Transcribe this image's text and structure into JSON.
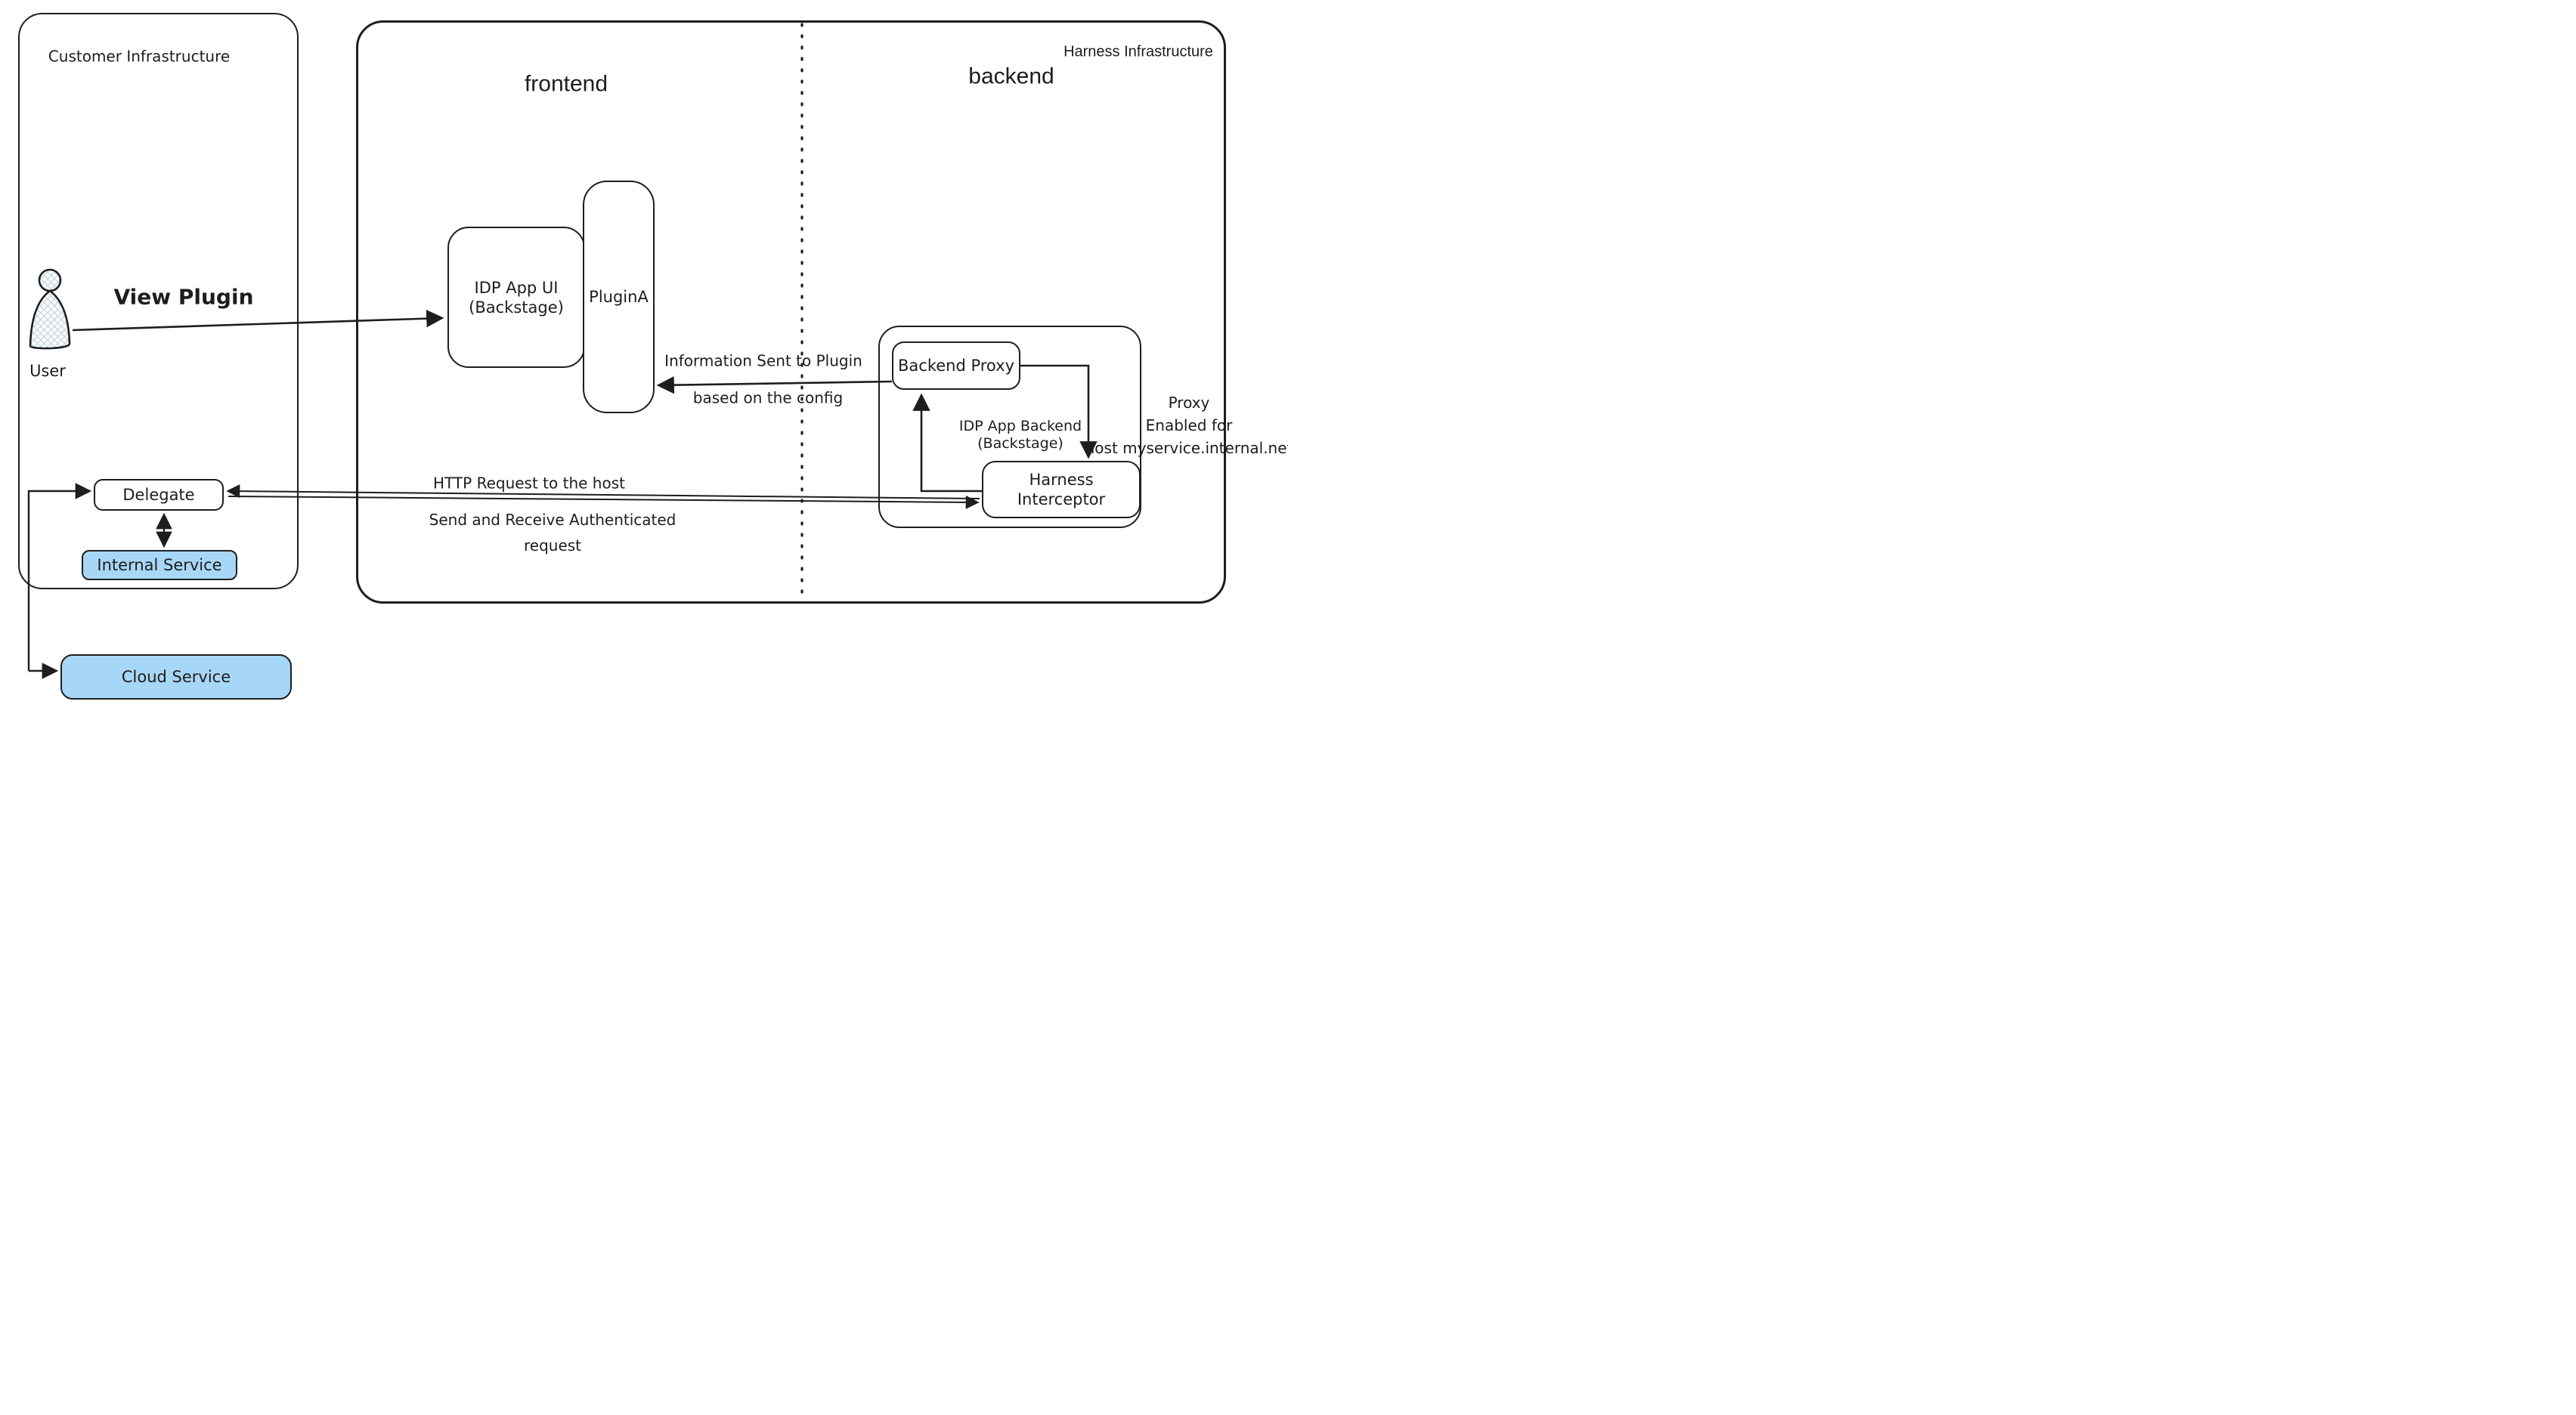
{
  "diagram": {
    "regions": {
      "customer": {
        "title": "Customer Infrastructure"
      },
      "harness": {
        "title": "Harness Infrastructure",
        "zones": {
          "frontend": "frontend",
          "backend": "backend"
        }
      }
    },
    "nodes": {
      "user": {
        "label": "User"
      },
      "idp_app_ui": {
        "line1": "IDP App UI",
        "line2": "(Backstage)"
      },
      "plugin_a": {
        "label": "PluginA"
      },
      "backend_proxy": {
        "label": "Backend Proxy"
      },
      "idp_app_backend": {
        "line1": "IDP App Backend",
        "line2": "(Backstage)"
      },
      "harness_interceptor": {
        "line1": "Harness",
        "line2": "Interceptor"
      },
      "delegate": {
        "label": "Delegate"
      },
      "internal_service": {
        "label": "Internal Service"
      },
      "cloud_service": {
        "label": "Cloud Service"
      }
    },
    "edge_labels": {
      "view_plugin": "View Plugin",
      "info_sent_1": "Information Sent to Plugin",
      "info_sent_2": "based on the config",
      "http_request": "HTTP Request to the host",
      "send_receive_1": "Send and Receive Authenticated",
      "send_receive_2": "request",
      "proxy_note_1": "Proxy",
      "proxy_note_2": "Enabled for",
      "proxy_note_3": "host myservice.internal.net"
    },
    "colors": {
      "service_fill": "#a7d7f6",
      "stroke": "#1e1e1e"
    }
  }
}
